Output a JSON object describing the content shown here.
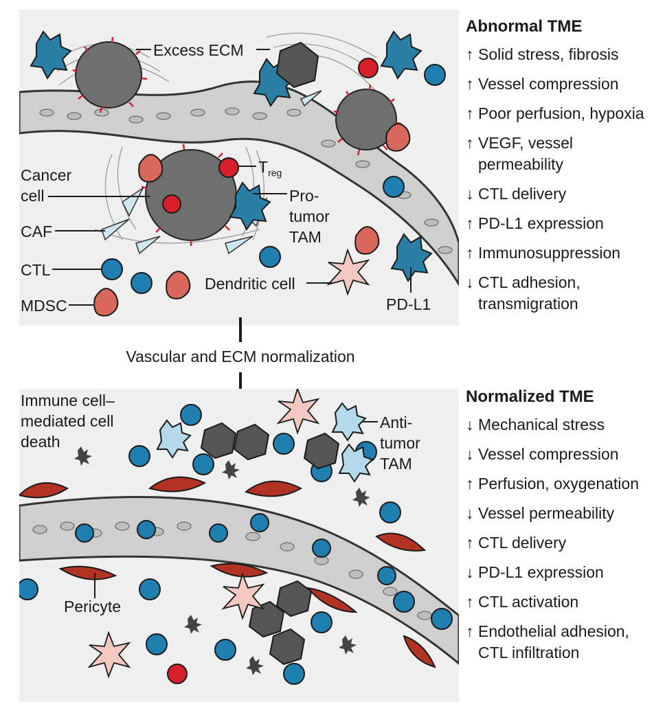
{
  "top_panel": {
    "labels": {
      "excess_ecm": "Excess ECM",
      "cancer_cell": "Cancer cell",
      "treg_main": "T",
      "treg_sub": "reg",
      "pro_tumor_tam": "Pro- tumor TAM",
      "caf": "CAF",
      "ctl": "CTL",
      "mdsc": "MDSC",
      "dendritic_cell": "Dendritic cell",
      "pd_l1": "PD-L1"
    }
  },
  "transition_label": "Vascular and ECM normalization",
  "bottom_panel": {
    "labels": {
      "immune_cell_death": "Immune cell– mediated cell death",
      "anti_tumor_tam": "Anti- tumor TAM",
      "pericyte": "Pericyte"
    }
  },
  "abnormal": {
    "title": "Abnormal TME",
    "items": [
      {
        "arrow": "↑",
        "text": "Solid stress, fibrosis"
      },
      {
        "arrow": "↑",
        "text": "Vessel compression"
      },
      {
        "arrow": "↑",
        "text": "Poor perfusion, hypoxia"
      },
      {
        "arrow": "↑",
        "text": "VEGF, vessel permeability"
      },
      {
        "arrow": "↓",
        "text": "CTL delivery"
      },
      {
        "arrow": "↑",
        "text": "PD-L1 expression"
      },
      {
        "arrow": "↑",
        "text": "Immunosuppression"
      },
      {
        "arrow": "↓",
        "text": "CTL adhesion, transmigration"
      }
    ]
  },
  "normalized": {
    "title": "Normalized TME",
    "items": [
      {
        "arrow": "↓",
        "text": "Mechanical stress"
      },
      {
        "arrow": "↓",
        "text": "Vessel compression"
      },
      {
        "arrow": "↑",
        "text": "Perfusion, oxygenation"
      },
      {
        "arrow": "↓",
        "text": "Vessel permeability"
      },
      {
        "arrow": "↑",
        "text": "CTL delivery"
      },
      {
        "arrow": "↓",
        "text": "PD-L1 expression"
      },
      {
        "arrow": "↑",
        "text": "CTL activation"
      },
      {
        "arrow": "↑",
        "text": "Endothelial adhesion, CTL infiltration"
      }
    ]
  },
  "colors": {
    "ctl": "#1f7fb0",
    "tam": "#2a7fa6",
    "treg": "#d8202a",
    "mdsc": "#d9675b",
    "pericyte": "#b23323",
    "dendritic": "#f3c8c0",
    "cancer": "#6f6f6f",
    "caf": "#cde6f0",
    "vessel": "#cfcfcf",
    "panel": "#efefef"
  }
}
